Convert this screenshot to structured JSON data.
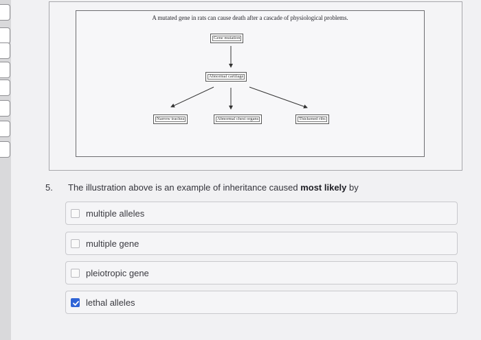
{
  "figure": {
    "caption": "A mutated gene in rats can cause death after a cascade of physiological problems.",
    "boxes": {
      "top": "Gene mutation",
      "middle": "Abnormal cartilage",
      "left": "Narrow trachea",
      "center": "Abnormal chest organs",
      "right": "Thickened ribs"
    }
  },
  "question": {
    "number": "5.",
    "text_prefix": "The illustration above is an example of inheritance caused ",
    "text_bold": "most likely",
    "text_suffix": " by"
  },
  "options": [
    {
      "label": "multiple alleles",
      "checked": false
    },
    {
      "label": "multiple gene",
      "checked": false
    },
    {
      "label": "pleiotropic gene",
      "checked": false
    },
    {
      "label": "lethal alleles",
      "checked": true
    }
  ],
  "colors": {
    "checkbox_checked": "#2f64d6"
  }
}
